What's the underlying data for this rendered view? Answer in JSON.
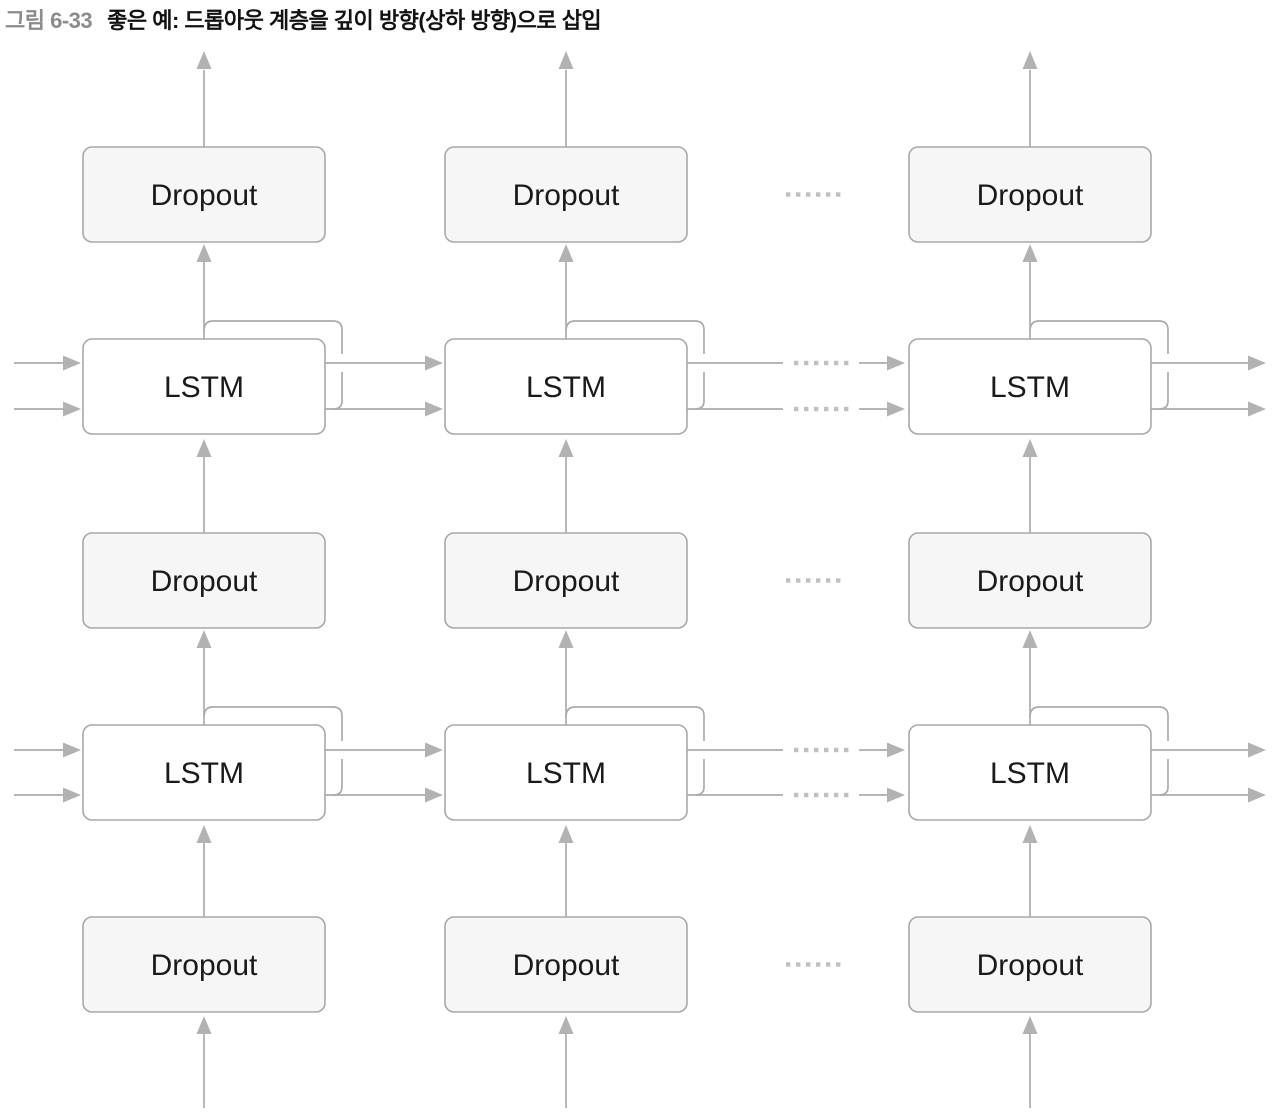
{
  "caption": {
    "label": "그림 6-33",
    "text": "좋은 예: 드롭아웃 계층을 깊이 방향(상하 방향)으로 삽입"
  },
  "labels": {
    "dropout": "Dropout",
    "lstm": "LSTM"
  },
  "structure": {
    "columns": 3,
    "rows_bottom_to_top": [
      "Dropout",
      "LSTM",
      "Dropout",
      "LSTM",
      "Dropout"
    ],
    "ellipsis": "······",
    "ellipsis_location": "between column 2 and column 3"
  },
  "colors": {
    "line": "#ababab",
    "arrowhead": "#b2b2b2",
    "box_border": "#a8a8a8",
    "lstm_fill": "#ffffff",
    "dropout_fill": "#f6f6f6",
    "dots": "#c0c0c0",
    "caption_label": "#8c8c8c",
    "text": "#1a1a1a"
  }
}
